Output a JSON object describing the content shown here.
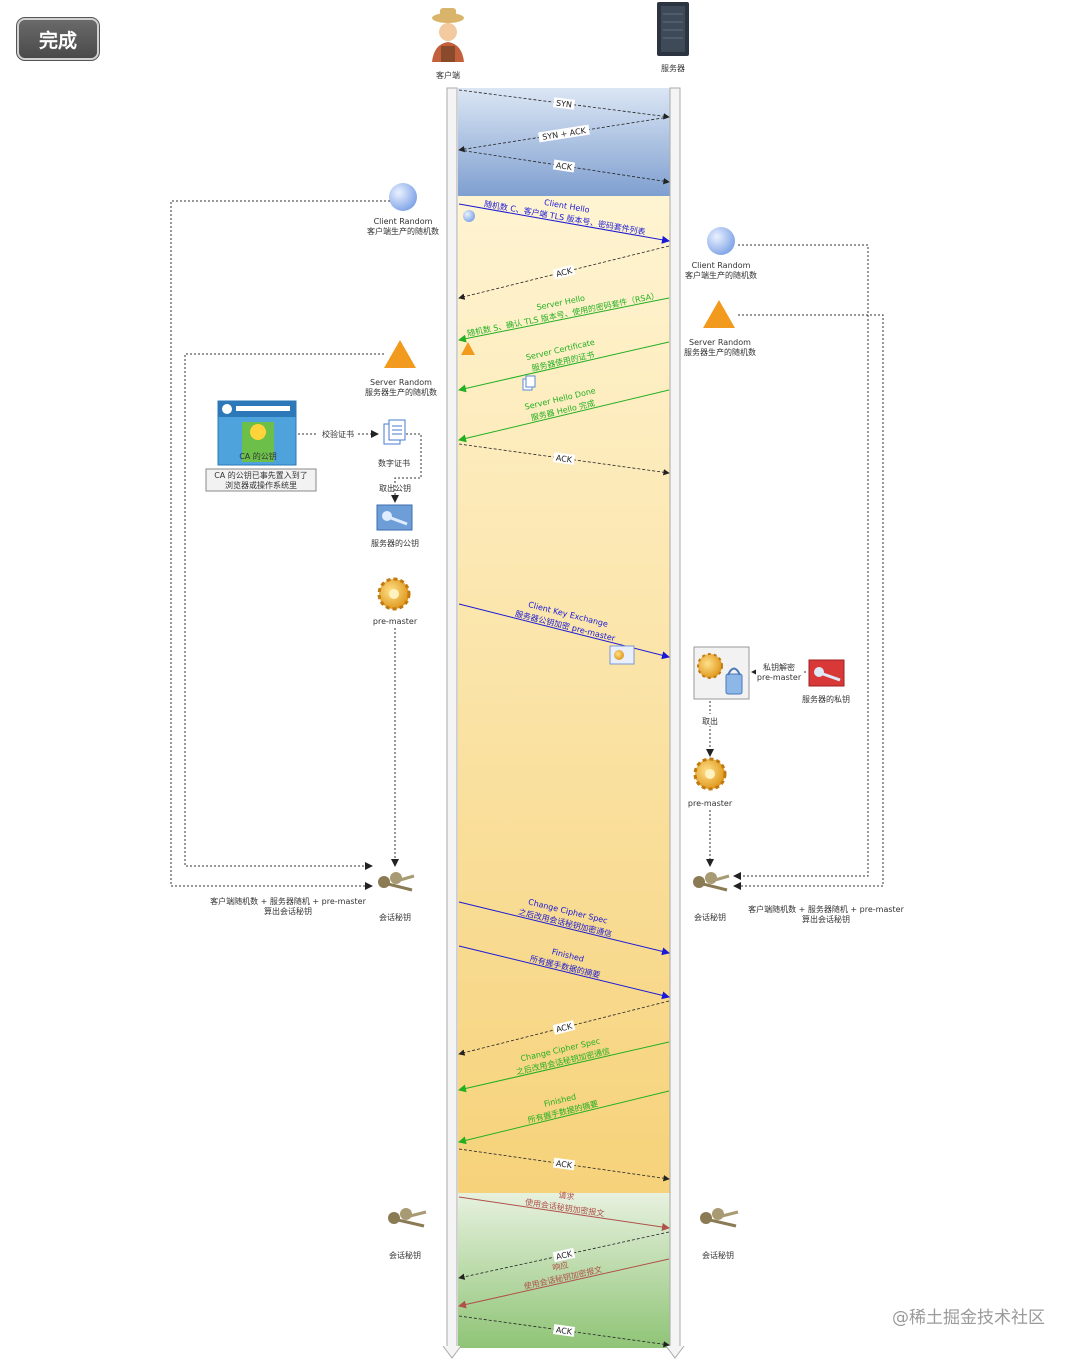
{
  "toolbar": {
    "done_label": "完成"
  },
  "watermark": "@稀土掘金技术社区",
  "actors": {
    "client": "客户端",
    "server": "服务器"
  },
  "colors": {
    "client_msg": "#1a1ad6",
    "server_msg": "#22b022",
    "app_req": "#b0504a",
    "ack": "#222222"
  },
  "messages": [
    {
      "text": "SYN",
      "dir": "right",
      "color": "ack"
    },
    {
      "text": "SYN + ACK",
      "dir": "left",
      "color": "ack"
    },
    {
      "text": "ACK",
      "dir": "right",
      "color": "ack"
    },
    {
      "text": "Client Hello",
      "sub": "随机数 C、客户端 TLS 版本号、密码套件列表",
      "dir": "right",
      "color": "client_msg"
    },
    {
      "text": "ACK",
      "dir": "left",
      "color": "ack"
    },
    {
      "text": "Server Hello",
      "sub": "随机数 S、确认 TLS 版本号、使用的密码套件（RSA）",
      "dir": "left",
      "color": "server_msg"
    },
    {
      "text": "Server Certificate",
      "sub": "服务器使用的证书",
      "dir": "left",
      "color": "server_msg"
    },
    {
      "text": "Server Hello Done",
      "sub": "服务器 Hello 完成",
      "dir": "left",
      "color": "server_msg"
    },
    {
      "text": "ACK",
      "dir": "right",
      "color": "ack"
    },
    {
      "text": "Client Key Exchange",
      "sub": "服务器公钥加密 pre-master",
      "dir": "right",
      "color": "client_msg"
    },
    {
      "text": "Change Cipher Spec",
      "sub": "之后改用会话秘钥加密通信",
      "dir": "right",
      "color": "client_msg"
    },
    {
      "text": "Finished",
      "sub": "所有握手数据的摘要",
      "dir": "right",
      "color": "client_msg"
    },
    {
      "text": "ACK",
      "dir": "left",
      "color": "ack"
    },
    {
      "text": "Change Cipher Spec",
      "sub": "之后改用会话秘钥加密通信",
      "dir": "left",
      "color": "server_msg"
    },
    {
      "text": "Finished",
      "sub": "所有握手数据的摘要",
      "dir": "left",
      "color": "server_msg"
    },
    {
      "text": "ACK",
      "dir": "right",
      "color": "ack"
    },
    {
      "text": "请求",
      "sub": "使用会话秘钥加密报文",
      "dir": "right",
      "color": "app_req"
    },
    {
      "text": "ACK",
      "dir": "left",
      "color": "ack"
    },
    {
      "text": "响应",
      "sub": "使用会话秘钥加密报文",
      "dir": "left",
      "color": "app_req"
    },
    {
      "text": "ACK",
      "dir": "right",
      "color": "ack"
    }
  ],
  "client_side": {
    "client_random": "Client Random",
    "client_random_desc": "客户端生产的随机数",
    "server_random": "Server Random",
    "server_random_desc": "服务器生产的随机数",
    "ca_pubkey": "CA 的公钥",
    "ca_note_1": "CA 的公钥已事先置入到了",
    "ca_note_2": "浏览器或操作系统里",
    "verify_cert": "校验证书",
    "digital_cert": "数字证书",
    "take_pubkey": "取出公钥",
    "server_pubkey": "服务器的公钥",
    "pre_master": "pre-master",
    "session_key": "会话秘钥",
    "formula_1": "客户端随机数 + 服务器随机 + pre-master",
    "formula_2": "算出会话秘钥",
    "session_key_2": "会话秘钥"
  },
  "server_side": {
    "client_random": "Client Random",
    "client_random_desc": "客户端生产的随机数",
    "server_random": "Server Random",
    "server_random_desc": "服务器生产的随机数",
    "decrypt_1": "私钥解密",
    "decrypt_2": "pre-master",
    "server_privkey": "服务器的私钥",
    "take_out": "取出",
    "pre_master": "pre-master",
    "session_key": "会话秘钥",
    "formula_1": "客户端随机数 + 服务器随机 + pre-master",
    "formula_2": "算出会话秘钥",
    "session_key_2": "会话秘钥"
  }
}
